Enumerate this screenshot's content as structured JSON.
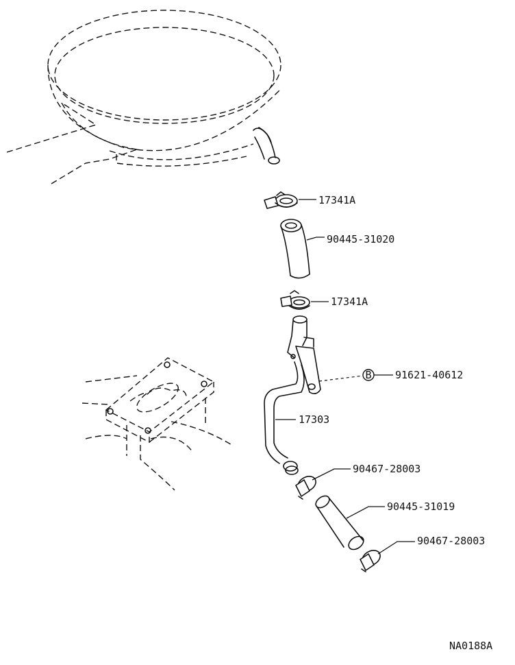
{
  "callouts": {
    "clamp_upper": "17341A",
    "hose_upper": "90445-31020",
    "clamp_middle": "17341A",
    "bolt": "91621-40612",
    "bolt_marker": "B",
    "pipe": "17303",
    "clamp_lower_a": "90467-28003",
    "hose_lower": "90445-31019",
    "clamp_lower_b": "90467-28003"
  },
  "figure_code": "NA0188A"
}
